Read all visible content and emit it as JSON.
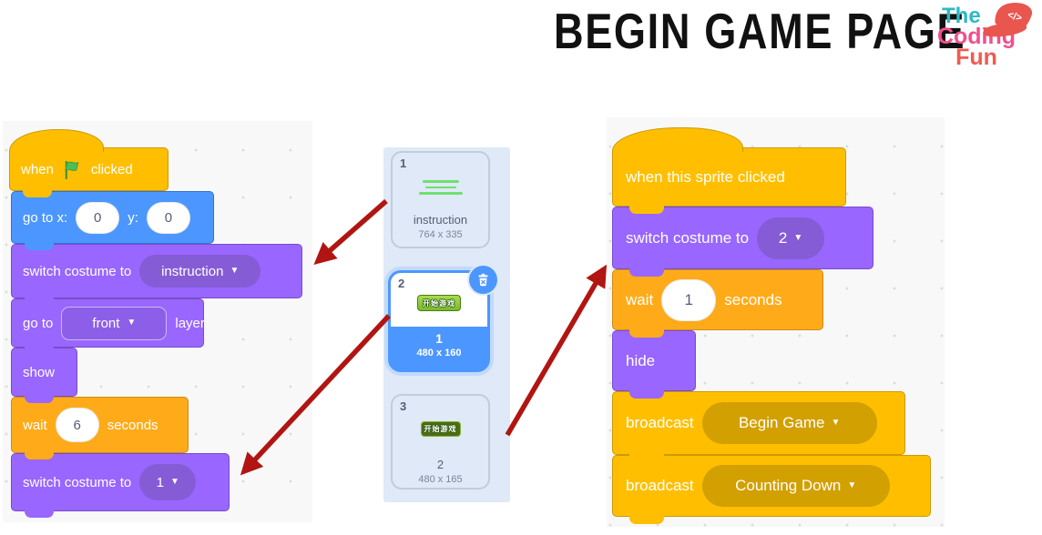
{
  "header": {
    "title": "BEGIN GAME PAGE",
    "logo": {
      "the": "The",
      "coding": "Coding",
      "fun": "Fun",
      "hat_code": "</>"
    }
  },
  "ui": {
    "dropdown_arrow": "▼"
  },
  "left_script": {
    "when_flag": {
      "pre": "when",
      "post": "clicked"
    },
    "goto_xy": {
      "label": "go to x:",
      "x": "0",
      "y_label": "y:",
      "y": "0"
    },
    "switch_costume_instruction": {
      "label": "switch costume to",
      "value": "instruction"
    },
    "goto_layer": {
      "label": "go to",
      "value": "front",
      "suffix": "layer"
    },
    "show": {
      "label": "show"
    },
    "wait": {
      "label": "wait",
      "value": "6",
      "suffix": "seconds"
    },
    "switch_costume_1": {
      "label": "switch costume to",
      "value": "1"
    }
  },
  "right_script": {
    "when_sprite": {
      "label": "when this sprite clicked"
    },
    "switch_costume_2": {
      "label": "switch costume to",
      "value": "2"
    },
    "wait": {
      "label": "wait",
      "value": "1",
      "suffix": "seconds"
    },
    "hide": {
      "label": "hide"
    },
    "broadcast_begin": {
      "label": "broadcast",
      "value": "Begin Game"
    },
    "broadcast_counting": {
      "label": "broadcast",
      "value": "Counting Down"
    }
  },
  "costumes": {
    "items": [
      {
        "index": "1",
        "name": "instruction",
        "size": "764 x 335"
      },
      {
        "index": "2",
        "name": "1",
        "size": "480 x 160",
        "thumb_text": "开始游戏"
      },
      {
        "index": "3",
        "name": "2",
        "size": "480 x 165",
        "thumb_text": "开始游戏"
      }
    ]
  },
  "colors": {
    "events": "#FFBF00",
    "control": "#FFAB19",
    "motion": "#4C97FF",
    "looks": "#9966FF",
    "looks_field": "#855CD6",
    "events_field": "#D2A000",
    "arrow_red": "#B11512",
    "selected_blue": "#4C97FF",
    "logo_teal": "#2CB9C8",
    "logo_pink": "#F0508C",
    "logo_red": "#F15B50"
  }
}
